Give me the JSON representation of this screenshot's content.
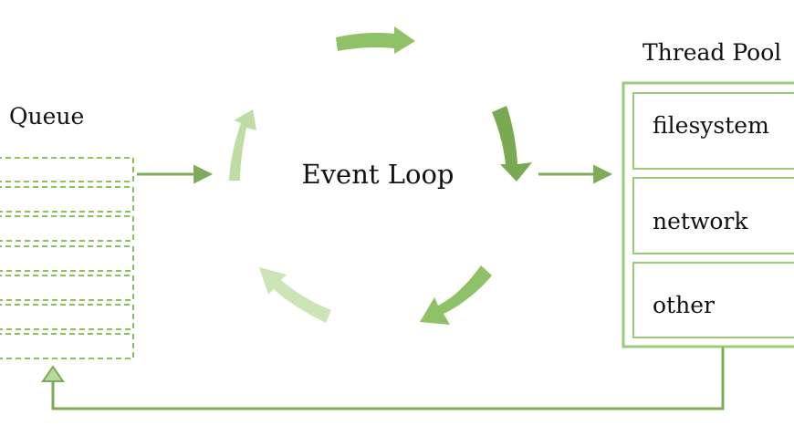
{
  "queue": {
    "title": "Queue",
    "slot_count": 7
  },
  "event_loop": {
    "label": "Event Loop"
  },
  "thread_pool": {
    "title": "Thread Pool",
    "workers": [
      {
        "label": "filesystem"
      },
      {
        "label": "network"
      },
      {
        "label": "other"
      }
    ]
  },
  "colors": {
    "arrow_dark": "#7aa951",
    "arrow_medium": "#8fc266",
    "arrow_light": "#bfdca4",
    "arrow_pale": "#cde4b7",
    "connector": "#7eab58",
    "queue_border": "#8cc058",
    "pool_border": "#9ccb78",
    "text": "#111111",
    "background": "#ffffff"
  }
}
